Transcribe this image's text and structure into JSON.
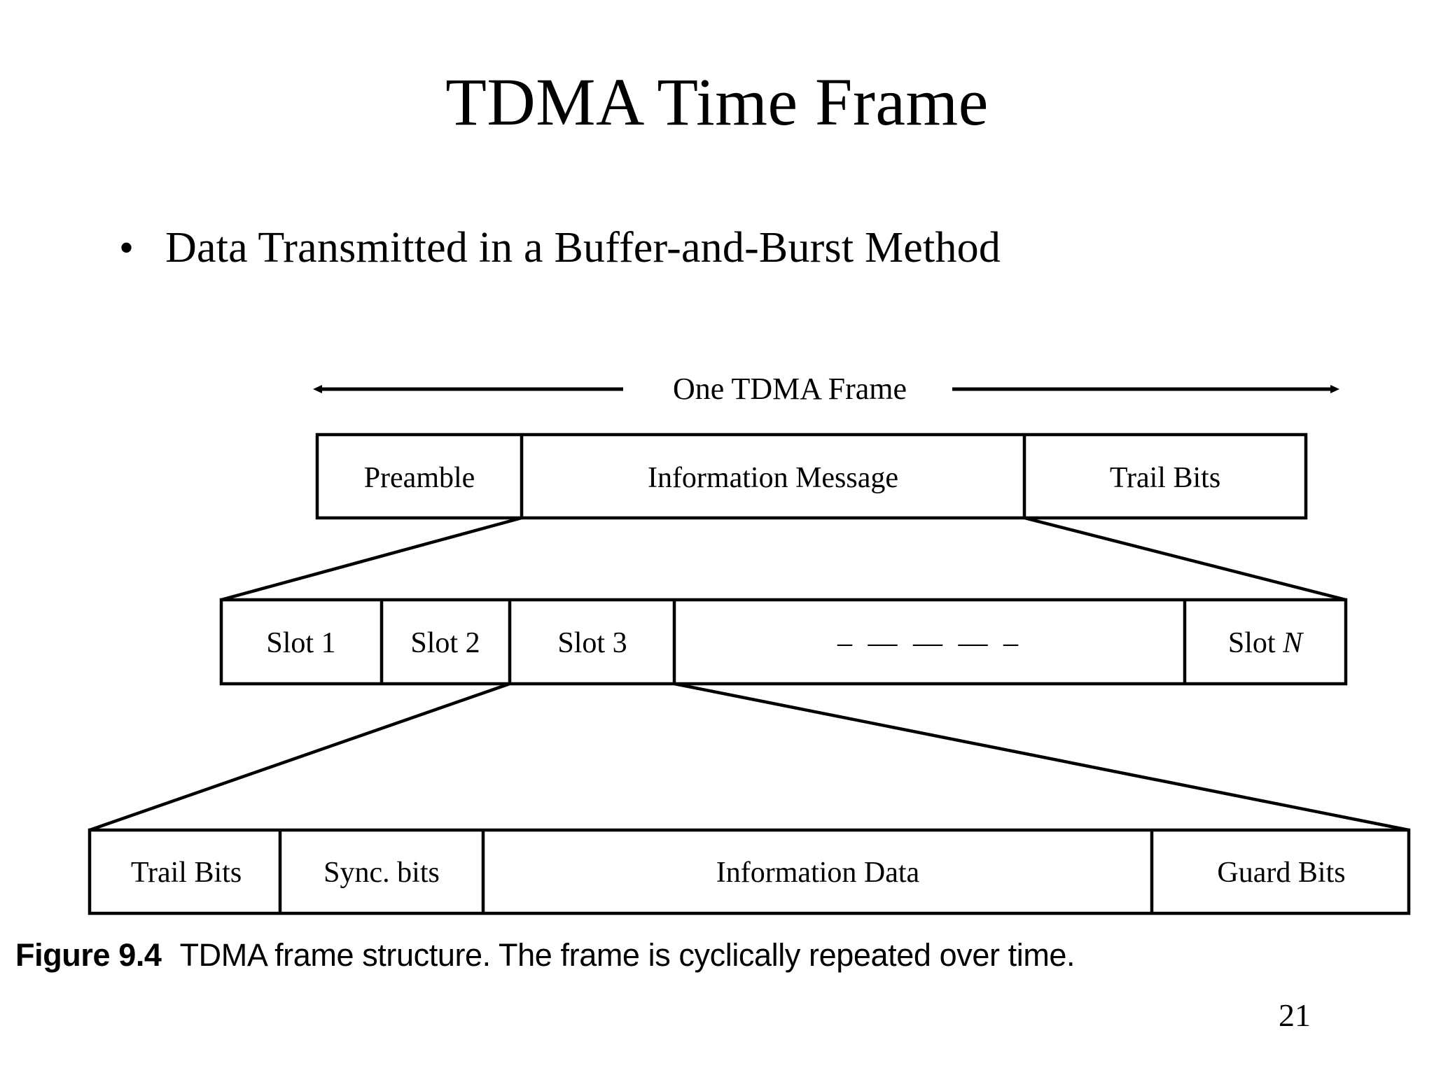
{
  "slide": {
    "title": "TDMA Time Frame",
    "page_number": "21",
    "bullet_marker": "•",
    "bullets": [
      {
        "text": "Data Transmitted in a Buffer-and-Burst Method"
      }
    ]
  },
  "figure": {
    "frame_label": "One TDMA Frame",
    "rows": [
      {
        "name": "frame-row",
        "cells": [
          {
            "label": "Preamble"
          },
          {
            "label": "Information Message"
          },
          {
            "label": "Trail Bits"
          }
        ]
      },
      {
        "name": "slot-row",
        "cells": [
          {
            "label": "Slot 1"
          },
          {
            "label": "Slot 2"
          },
          {
            "label": "Slot 3"
          },
          {
            "label": "–  —  —  —  –"
          },
          {
            "label_prefix": "Slot ",
            "label_italic": "N"
          }
        ]
      },
      {
        "name": "burst-row",
        "cells": [
          {
            "label": "Trail Bits"
          },
          {
            "label": "Sync. bits"
          },
          {
            "label": "Information Data"
          },
          {
            "label": "Guard Bits"
          }
        ]
      }
    ],
    "caption": {
      "label": "Figure 9.4",
      "text": "TDMA frame structure. The frame is cyclically repeated over time."
    }
  },
  "colors": {
    "ink": "#000000",
    "paper": "#ffffff"
  }
}
